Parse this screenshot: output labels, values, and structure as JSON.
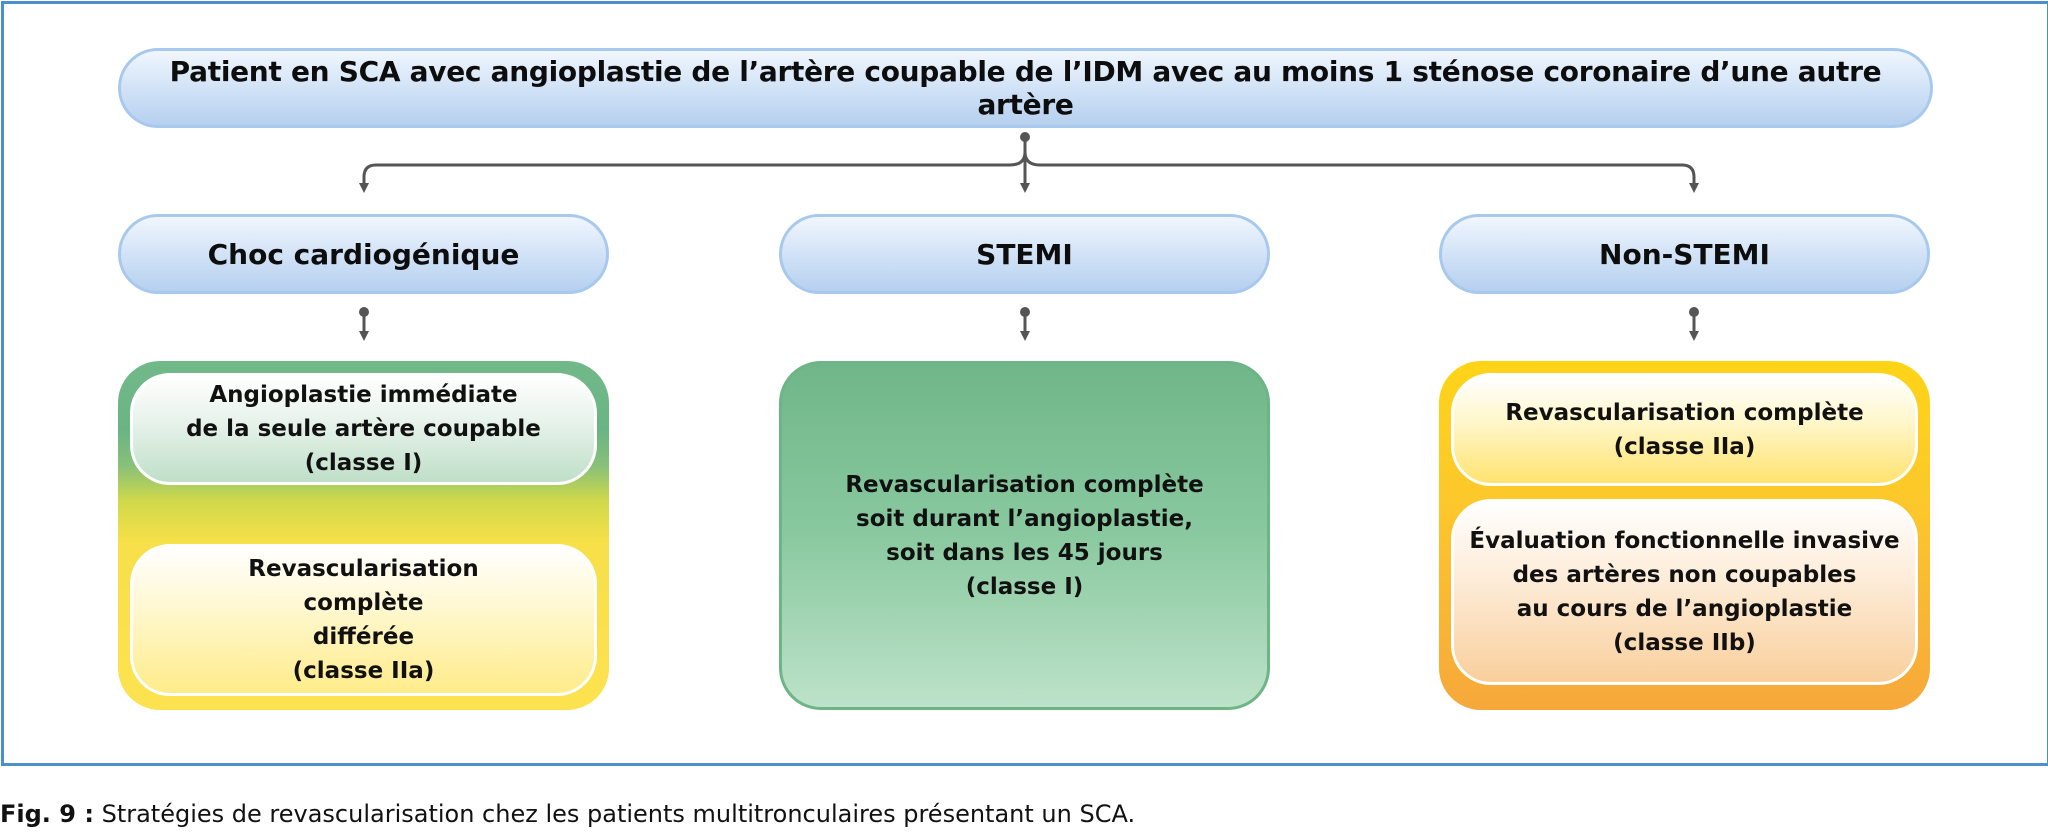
{
  "diagram": {
    "root": "Patient en SCA avec angioplastie de l’artère coupable de l’IDM avec au moins 1 sténose coronaire d’une autre artère",
    "categories": {
      "choc": "Choc cardiogénique",
      "stemi": "STEMI",
      "nonstemi": "Non-STEMI"
    },
    "outcomes": {
      "choc_immediate": "Angioplastie immédiate\nde la seule artère coupable\n(classe I)",
      "choc_deferred": "Revascularisation\ncomplète\ndifférée\n(classe IIa)",
      "stemi": "Revascularisation complète\nsoit durant l’angioplastie,\nsoit dans les 45 jours\n(classe I)",
      "nonstemi_complete": "Revascularisation complète\n(classe IIa)",
      "nonstemi_evaluation": "Évaluation fonctionnelle invasive\ndes artères non coupables\nau cours de l’angioplastie\n(classe IIb)"
    },
    "colors": {
      "frame": "#4d8fcc",
      "pill_border": "#a8c9ee",
      "green": "#6fb688",
      "yellow": "#fde24f",
      "orange": "#f6a83b",
      "connector": "#555555"
    }
  },
  "caption": {
    "label": "Fig. 9 :",
    "text": "Stratégies de revascularisation chez les patients multitronculaires présentant un SCA."
  }
}
